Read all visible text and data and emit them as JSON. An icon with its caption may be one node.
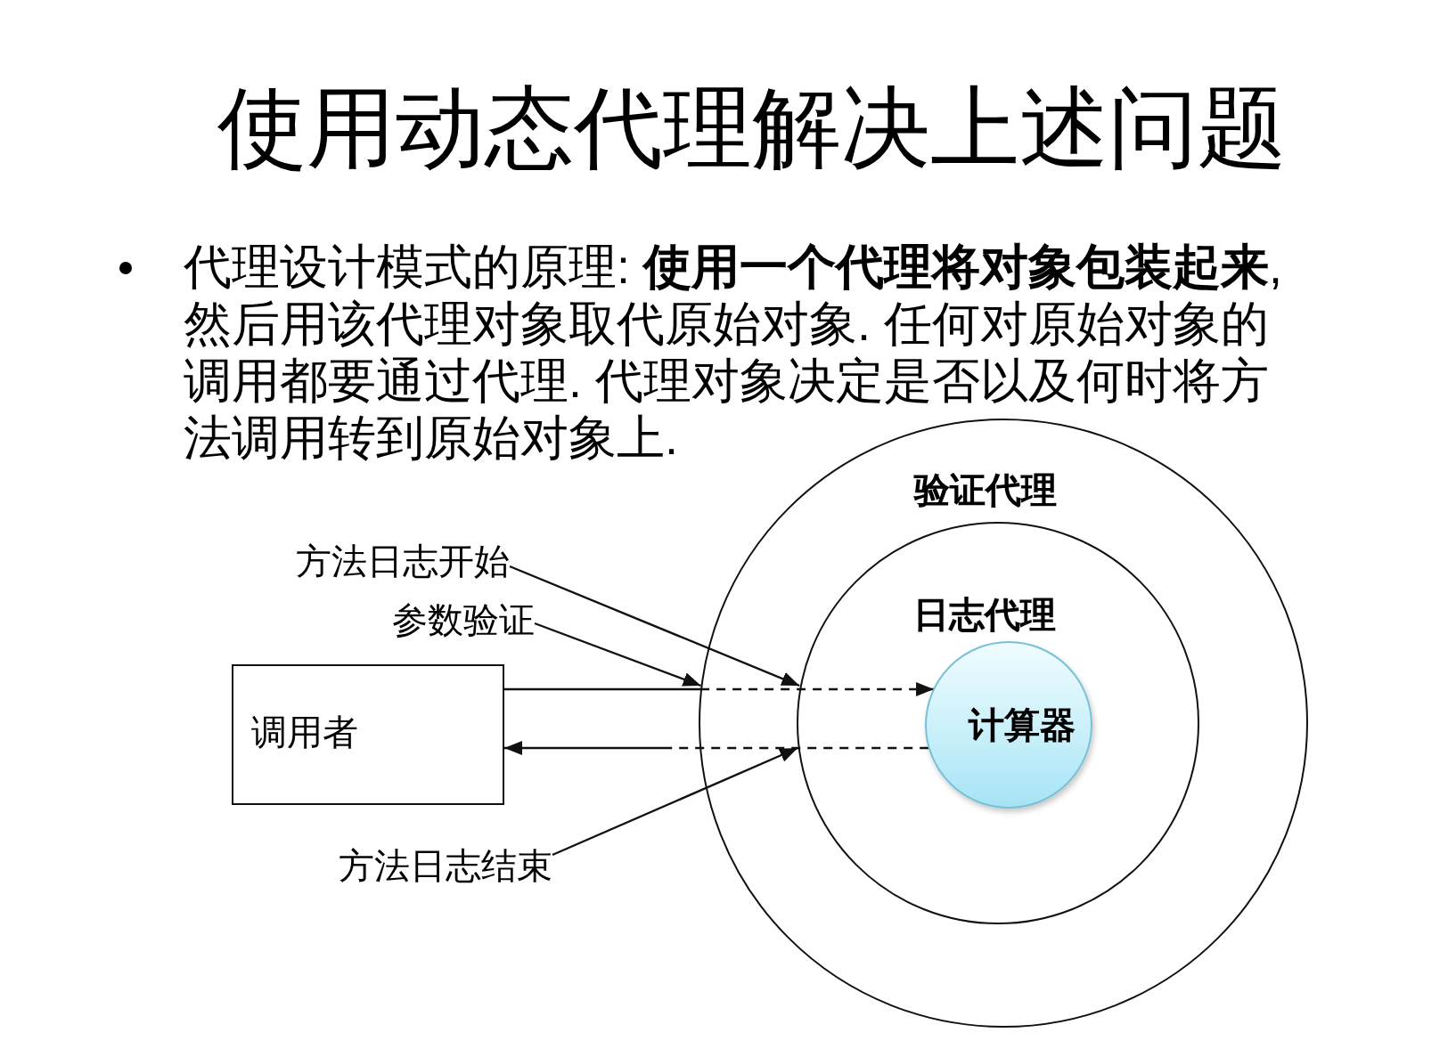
{
  "diagram": {
    "title": "使用动态代理解决上述问题",
    "nodes": [
      {
        "text": [
          "验证代理"
        ]
      },
      {
        "text": [
          "日志代理"
        ],
        "in": 0
      },
      {
        "text": [
          "计算器"
        ],
        "in": 1
      },
      {
        "text": [
          "调用者"
        ]
      },
      {
        "text": [
          "方法日志开始"
        ]
      },
      {
        "text": [
          "参数验证"
        ]
      },
      {
        "text": [
          "方法日志结束"
        ]
      }
    ],
    "edges": [
      {
        "from": 3,
        "to": 2,
        "arrow": "to",
        "style": "dashed"
      },
      {
        "from": 2,
        "to": 3,
        "arrow": "to",
        "style": "dashed"
      },
      {
        "from": 4,
        "to": 1,
        "arrow": "to"
      },
      {
        "from": 5,
        "to": 0,
        "arrow": "to"
      },
      {
        "from": 6,
        "to": 1,
        "arrow": "to"
      }
    ],
    "labels": [
      "代理设计模式的原理: **使用一个代理将对象包装起来**,然后用该代理对象取代原始对象. 任何对原始对象的调用都要通过代理. 代理对象决定是否以及何时将方法调用转到原始对象上."
    ]
  }
}
